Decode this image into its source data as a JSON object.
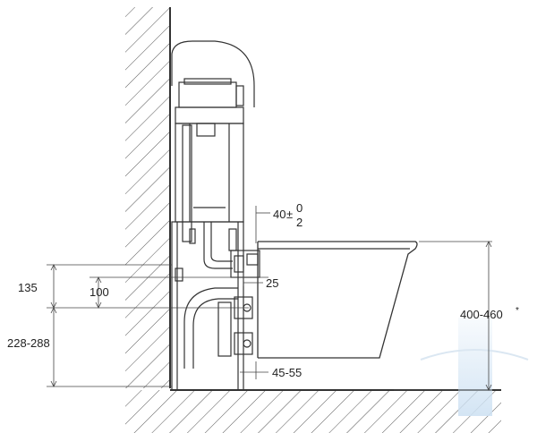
{
  "dimensions": {
    "depth_tolerance_main": "40",
    "depth_tolerance_sign": "±",
    "depth_tolerance_upper": "0",
    "depth_tolerance_lower": "2",
    "flush_pipe_offset": "25",
    "height_135": "135",
    "height_100": "100",
    "floor_height_range": "228-288",
    "seat_height_range": "400-460",
    "seat_height_note": "*",
    "mount_gap_range": "45-55"
  },
  "colors": {
    "line": "#333333",
    "hatch": "#555555",
    "dim_line": "#444444",
    "watermark": "#cfe2f3"
  }
}
